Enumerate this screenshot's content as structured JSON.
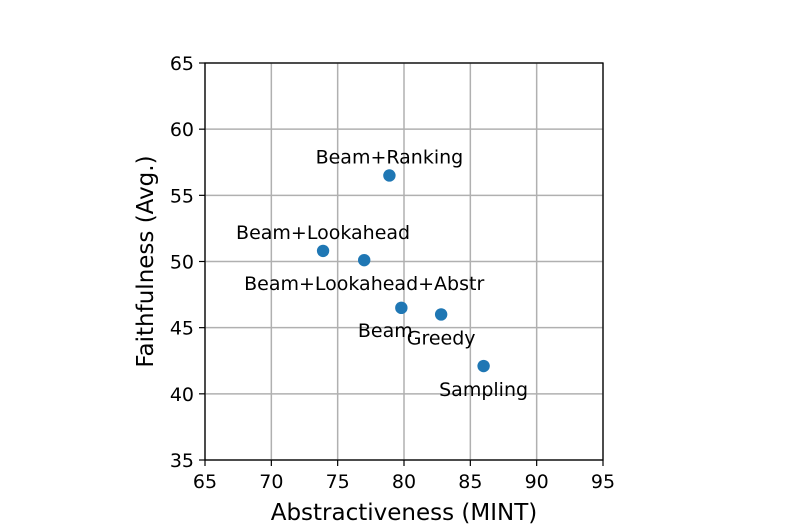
{
  "chart_data": {
    "type": "scatter",
    "xlabel": "Abstractiveness (MINT)",
    "ylabel": "Faithfulness (Avg.)",
    "xlim": [
      65,
      95
    ],
    "ylim": [
      35,
      65
    ],
    "xticks": [
      65,
      70,
      75,
      80,
      85,
      90,
      95
    ],
    "yticks": [
      35,
      40,
      45,
      50,
      55,
      60,
      65
    ],
    "grid": true,
    "point_color": "#1f77b4",
    "points": [
      {
        "label": "Beam+Ranking",
        "x": 78.9,
        "y": 56.5,
        "label_position": "above"
      },
      {
        "label": "Beam+Lookahead",
        "x": 73.9,
        "y": 50.8,
        "label_position": "above"
      },
      {
        "label": "Beam+Lookahead+Abstr",
        "x": 77.0,
        "y": 50.1,
        "label_position": "below"
      },
      {
        "label": "Beam",
        "x": 79.8,
        "y": 46.5,
        "label_position": "below-left"
      },
      {
        "label": "Greedy",
        "x": 82.8,
        "y": 46.0,
        "label_position": "below"
      },
      {
        "label": "Sampling",
        "x": 86.0,
        "y": 42.1,
        "label_position": "below"
      }
    ]
  }
}
